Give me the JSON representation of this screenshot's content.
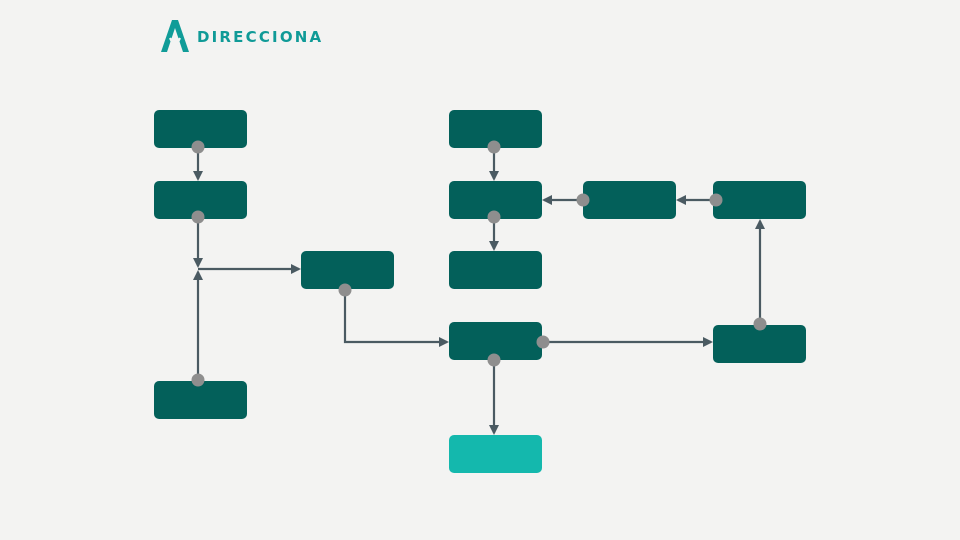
{
  "brand": {
    "name": "DIRECCIONA",
    "logo_color": "#109c98"
  },
  "diagram": {
    "colors": {
      "node": "#03605a",
      "node_highlight": "#14b8ad",
      "arrow": "#4a5a62",
      "connector_dot": "#8e8e8e"
    },
    "nodes": [
      {
        "id": "n1",
        "label": "",
        "style": "dark"
      },
      {
        "id": "n2",
        "label": "",
        "style": "dark"
      },
      {
        "id": "n3",
        "label": "",
        "style": "dark"
      },
      {
        "id": "n4",
        "label": "",
        "style": "dark"
      },
      {
        "id": "n5",
        "label": "",
        "style": "dark"
      },
      {
        "id": "n6",
        "label": "",
        "style": "dark"
      },
      {
        "id": "n7",
        "label": "",
        "style": "dark"
      },
      {
        "id": "n8",
        "label": "",
        "style": "dark"
      },
      {
        "id": "n9",
        "label": "",
        "style": "dark"
      },
      {
        "id": "n10",
        "label": "",
        "style": "dark"
      },
      {
        "id": "n11",
        "label": "",
        "style": "dark"
      },
      {
        "id": "n12",
        "label": "",
        "style": "highlight"
      }
    ],
    "edges": [
      {
        "from": "n1",
        "to": "n2"
      },
      {
        "from": "n2",
        "to": "n3"
      },
      {
        "from": "n4",
        "to": "n3"
      },
      {
        "from": "n3",
        "to": "n9"
      },
      {
        "from": "n5",
        "to": "n6"
      },
      {
        "from": "n7",
        "to": "n6"
      },
      {
        "from": "n8",
        "to": "n7"
      },
      {
        "from": "n6",
        "to": "n10"
      },
      {
        "from": "n9",
        "to": "n11"
      },
      {
        "from": "n11",
        "to": "n8"
      },
      {
        "from": "n9",
        "to": "n12"
      }
    ]
  }
}
